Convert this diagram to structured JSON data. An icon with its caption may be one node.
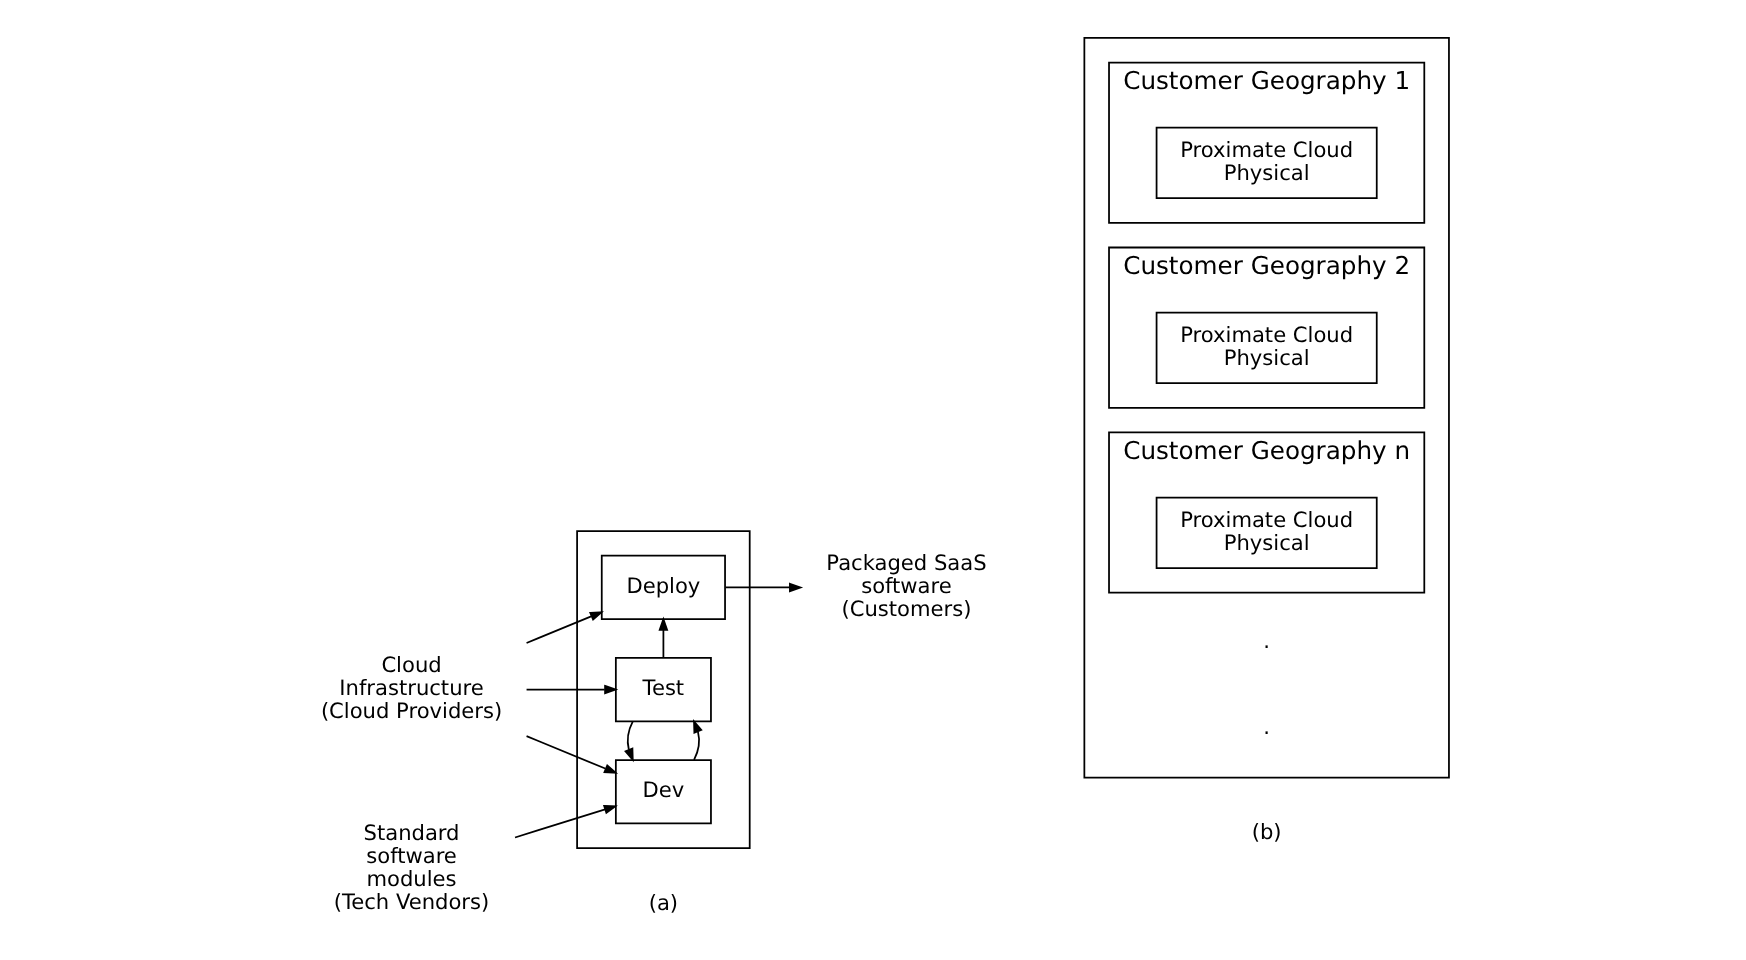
{
  "diagram": {
    "nodes": [
      {
        "text": [
          "Standard software modules (Tech Vendors)"
        ]
      },
      {
        "text": [
          "Cloud Infrastructure (Cloud Providers)"
        ]
      },
      {
        "text": [],
        "shape": "box"
      },
      {
        "text": [
          "Dev"
        ],
        "in": 2
      },
      {
        "text": [
          "Test"
        ],
        "in": 2
      },
      {
        "text": [
          "Deploy"
        ],
        "in": 2
      },
      {
        "text": [
          "Packaged SaaS software (Customers)"
        ]
      },
      {
        "text": [],
        "shape": "box"
      },
      {
        "text": [
          "Customer Geography 1"
        ],
        "in": 7
      },
      {
        "text": [
          "Proximate Cloud Physical"
        ],
        "in": 8
      },
      {
        "text": [
          "Customer Geography 2"
        ],
        "in": 7
      },
      {
        "text": [
          "Proximate Cloud Physical"
        ],
        "in": 10
      },
      {
        "text": [
          "Customer Geography n"
        ],
        "in": 7
      },
      {
        "text": [
          "Proximate Cloud Physical"
        ],
        "in": 12
      }
    ],
    "edges": [
      {
        "from": 0,
        "to": 3,
        "arrow": "to"
      },
      {
        "from": 1,
        "to": 3,
        "arrow": "to"
      },
      {
        "from": 1,
        "to": 4,
        "arrow": "to"
      },
      {
        "from": 1,
        "to": 5,
        "arrow": "to"
      },
      {
        "from": 3,
        "to": 4,
        "arrow": "to"
      },
      {
        "from": 4,
        "to": 5,
        "arrow": "to"
      },
      {
        "from": 4,
        "to": 3,
        "arrow": "to"
      },
      {
        "from": 5,
        "to": 6,
        "arrow": "to"
      }
    ],
    "labels": [
      ".",
      ".",
      "(a)",
      "(b)"
    ]
  }
}
